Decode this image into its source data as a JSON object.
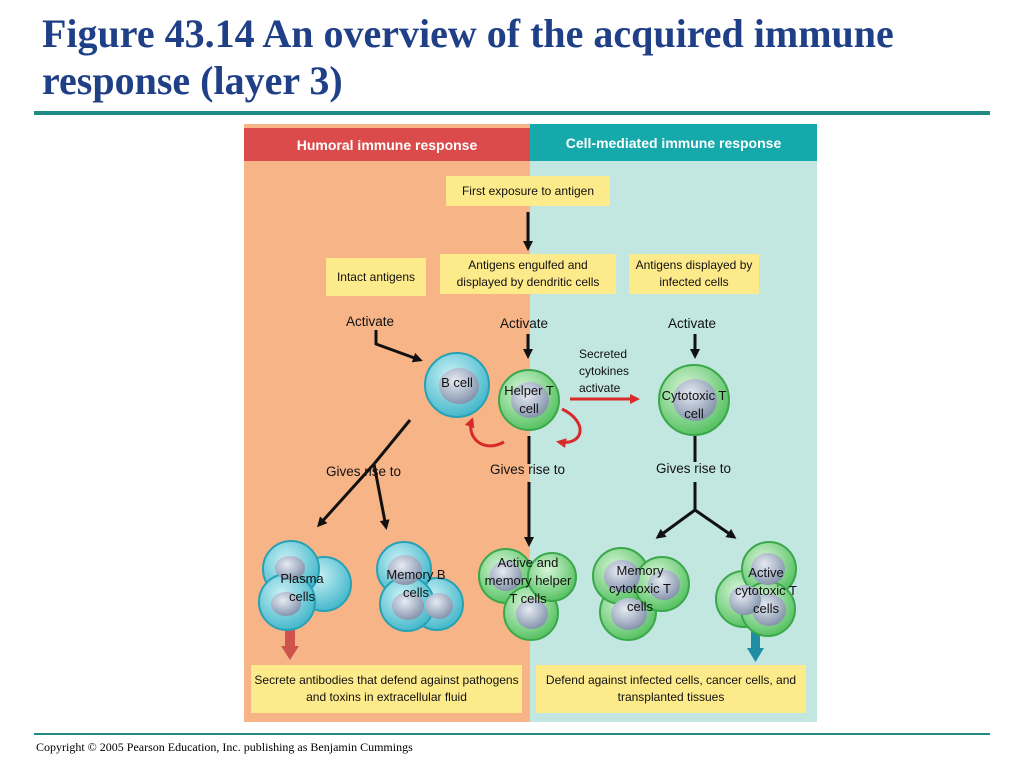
{
  "title": "Figure 43.14 An overview of the acquired immune response (layer 3)",
  "copyright": "Copyright © 2005 Pearson Education, Inc. publishing as Benjamin Cummings",
  "headers": {
    "humoral": "Humoral immune response",
    "cell_mediated": "Cell-mediated immune response"
  },
  "boxes": {
    "first_exposure": "First exposure to antigen",
    "intact_antigens": "Intact antigens",
    "engulfed": "Antigens engulfed and displayed by dendritic cells",
    "infected": "Antigens displayed by infected cells",
    "secrete_antibodies": "Secrete antibodies that defend against pathogens and toxins in extracellular fluid",
    "defend": "Defend against infected cells, cancer cells, and transplanted tissues"
  },
  "labels": {
    "activate_left": "Activate",
    "activate_mid": "Activate",
    "activate_right": "Activate",
    "secreted_cytokines": "Secreted cytokines activate",
    "gives_rise_left": "Gives rise to",
    "gives_rise_mid": "Gives rise to",
    "gives_rise_right": "Gives rise to"
  },
  "cells": {
    "b_cell": "B cell",
    "helper_t": "Helper T cell",
    "cytotoxic_t": "Cytotoxic T cell",
    "plasma": "Plasma cells",
    "memory_b": "Memory B cells",
    "active_helper": "Active and memory helper T cells",
    "memory_cytotoxic": "Memory cytotoxic T cells",
    "active_cytotoxic": "Active cytotoxic T cells"
  },
  "colors": {
    "title": "#1f3f86",
    "rule": "#1f8a86",
    "humoral_panel": "#f7b487",
    "cell_panel": "#c2e6e0",
    "humoral_header": "#dc4b4b",
    "cell_header": "#16a9ab",
    "box": "#fdea8b",
    "b_lineage_cell": "#5bc6d6",
    "t_lineage_cell": "#6fcf76",
    "cell_nucleus": "#8f9eb6",
    "cytokine_arrow": "#d92a2a"
  }
}
